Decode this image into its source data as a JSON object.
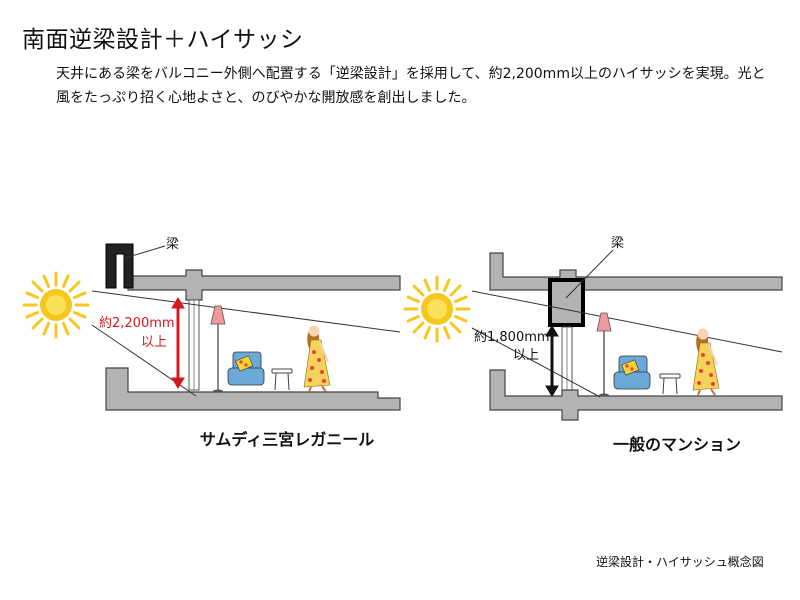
{
  "title": "南面逆梁設計＋ハイサッシ",
  "description": [
    "天井にある梁をバルコニー外側へ配置する「逆梁設計」を採用して、約2,200mm以上のハイサッシを実現。光と",
    "風をたっぷり招く心地よさと、のびやかな開放感を創出しました。"
  ],
  "left": {
    "beam_label": "梁",
    "height_value": "約2,200mm",
    "height_suffix": "以上",
    "name": "サムディ三宮レガニール"
  },
  "right": {
    "beam_label": "梁",
    "height_value": "約1,800mm",
    "height_suffix": "以上",
    "name": "一般のマンション"
  },
  "caption": "逆梁設計・ハイサッシュ概念図",
  "colors": {
    "structure": "#9a9a9a",
    "sun": "#f6c71f",
    "sun_core": "#fbe05a",
    "height_arrow_left": "#d6191f",
    "height_arrow_right": "#111111",
    "lamp": "#ef9a9a",
    "chair": "#6aa9d8",
    "cushion": "#f2d235",
    "dress": "#f5d35a",
    "dress_dots": "#e8413a"
  }
}
